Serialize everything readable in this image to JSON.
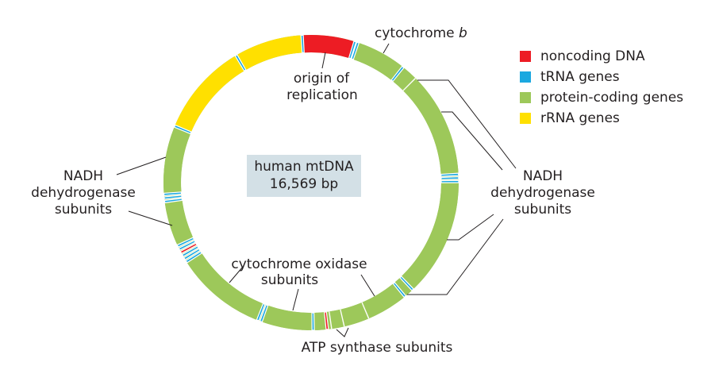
{
  "title": "human mtDNA",
  "size_label": "16,569 bp",
  "colors": {
    "noncoding": "#ed1c24",
    "trna": "#1ba8e0",
    "protein": "#9dc85a",
    "rrna": "#ffe000",
    "separator": "#ffffff",
    "leader": "#231f20",
    "center_box": "#d3e0e6"
  },
  "legend": [
    {
      "key": "noncoding",
      "label": "noncoding DNA"
    },
    {
      "key": "trna",
      "label": "tRNA genes"
    },
    {
      "key": "protein",
      "label": "protein-coding genes"
    },
    {
      "key": "rrna",
      "label": "rRNA genes"
    }
  ],
  "segments": [
    {
      "type": "noncoding",
      "name": "origin of replication",
      "start_deg": -3,
      "end_deg": 17
    },
    {
      "type": "protein",
      "name": "cytochrome b",
      "start_deg": 19,
      "end_deg": 38
    },
    {
      "type": "protein",
      "name": "NADH dehydrogenase subunit",
      "start_deg": 39,
      "end_deg": 45
    },
    {
      "type": "protein",
      "name": "NADH dehydrogenase subunit",
      "start_deg": 45,
      "end_deg": 86
    },
    {
      "type": "protein",
      "name": "NADH dehydrogenase subunit",
      "start_deg": 90,
      "end_deg": 136
    },
    {
      "type": "protein",
      "name": "NADH dehydrogenase subunit",
      "start_deg": 137,
      "end_deg": 140
    },
    {
      "type": "protein",
      "name": "cytochrome oxidase subunit",
      "start_deg": 141,
      "end_deg": 157
    },
    {
      "type": "protein",
      "name": "ATP synthase subunit",
      "start_deg": 157,
      "end_deg": 167
    },
    {
      "type": "protein",
      "name": "ATP synthase subunit",
      "start_deg": 167,
      "end_deg": 172
    },
    {
      "type": "protein",
      "name": "cytochrome oxidase subunit",
      "start_deg": 175,
      "end_deg": 178
    },
    {
      "type": "protein",
      "name": "cytochrome oxidase subunit",
      "start_deg": 181,
      "end_deg": 199
    },
    {
      "type": "protein",
      "name": "cytochrome oxidase subunit",
      "start_deg": 202,
      "end_deg": 237
    },
    {
      "type": "protein",
      "name": "NADH dehydrogenase subunit",
      "start_deg": 246,
      "end_deg": 262
    },
    {
      "type": "protein",
      "name": "NADH dehydrogenase subunit",
      "start_deg": 265,
      "end_deg": 292
    },
    {
      "type": "rrna",
      "name": "rRNA",
      "start_deg": 293,
      "end_deg": 329
    },
    {
      "type": "rrna",
      "name": "rRNA",
      "start_deg": 330,
      "end_deg": 357
    }
  ],
  "marks": [
    {
      "type": "trna",
      "deg": -3.5
    },
    {
      "type": "trna",
      "deg": 17.3
    },
    {
      "type": "trna",
      "deg": 18.5
    },
    {
      "type": "trna",
      "deg": 38.5
    },
    {
      "type": "separator",
      "deg": 45
    },
    {
      "type": "trna",
      "deg": 86.8
    },
    {
      "type": "trna",
      "deg": 88.2
    },
    {
      "type": "trna",
      "deg": 89.6
    },
    {
      "type": "trna",
      "deg": 136.5
    },
    {
      "type": "trna",
      "deg": 140.5
    },
    {
      "type": "separator",
      "deg": 157
    },
    {
      "type": "separator",
      "deg": 167
    },
    {
      "type": "trna",
      "deg": 179.2
    },
    {
      "type": "noncoding",
      "deg": 173.7
    },
    {
      "type": "separator",
      "deg": 172
    },
    {
      "type": "trna",
      "deg": 199.8
    },
    {
      "type": "trna",
      "deg": 201.2
    },
    {
      "type": "trna",
      "deg": 237.6
    },
    {
      "type": "trna",
      "deg": 239.0
    },
    {
      "type": "trna",
      "deg": 240.4
    },
    {
      "type": "noncoding",
      "deg": 241.8
    },
    {
      "type": "trna",
      "deg": 243.2
    },
    {
      "type": "trna",
      "deg": 244.6
    },
    {
      "type": "trna",
      "deg": 262.6
    },
    {
      "type": "trna",
      "deg": 264.0
    },
    {
      "type": "trna",
      "deg": 265.4
    },
    {
      "type": "trna",
      "deg": 292.5
    },
    {
      "type": "trna",
      "deg": 329.5
    }
  ],
  "labels": {
    "origin": [
      "origin of",
      "replication"
    ],
    "cytb": "cytochrome",
    "cytb_italic": "b",
    "nadh_right": [
      "NADH",
      "dehydrogenase",
      "subunits"
    ],
    "nadh_left": [
      "NADH",
      "dehydrogenase",
      "subunits"
    ],
    "cox": [
      "cytochrome oxidase",
      "subunits"
    ],
    "atp": "ATP synthase subunits"
  }
}
